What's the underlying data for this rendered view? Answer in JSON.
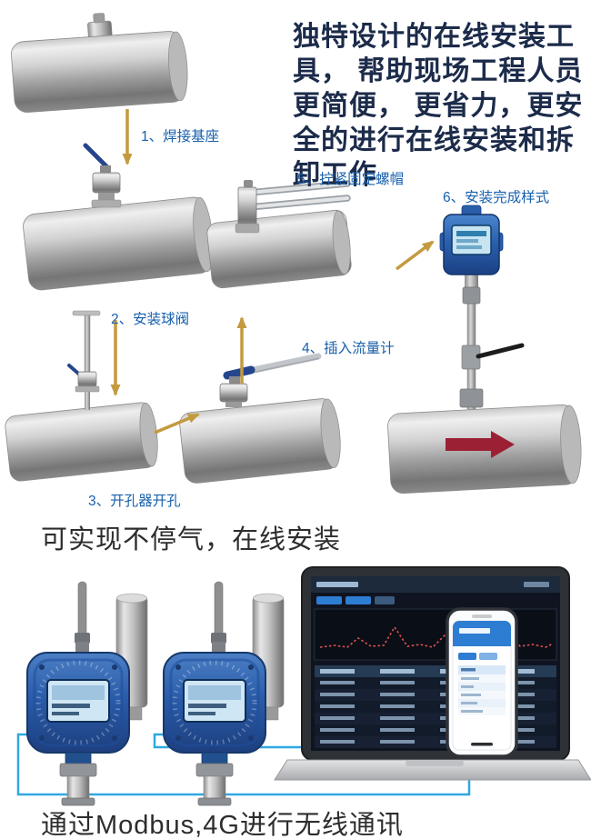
{
  "intro": {
    "text": "独特设计的在线安装工具， 帮助现场工程人员更简便， 更省力，更安全的进行在线安装和拆卸工作"
  },
  "steps": [
    {
      "label": "1、焊接基座"
    },
    {
      "label": "2、安装球阀"
    },
    {
      "label": "3、开孔器开孔"
    },
    {
      "label": "4、插入流量计"
    },
    {
      "label": "5、拧紧固定螺帽"
    },
    {
      "label": "6、安装完成样式"
    }
  ],
  "claims": {
    "online_install": "可实现不停气，在线安装",
    "communication": "通过Modbus,4G进行无线通讯"
  },
  "icons": [
    "pipe-icon",
    "ball-valve-icon",
    "hole-opener-icon",
    "flow-meter-icon",
    "gas-detector-icon",
    "antenna-icon",
    "laptop-icon",
    "smartphone-icon",
    "flow-direction-arrow-icon",
    "step-arrow-icon"
  ],
  "colors": {
    "step_label_blue": "#1961ac",
    "intro_navy": "#1c2b4a",
    "arrow_gold": "#c49a3f",
    "flow_arrow_red": "#9c2033",
    "device_blue": "#2a5caa",
    "wire_blue": "#2fa8e1"
  }
}
